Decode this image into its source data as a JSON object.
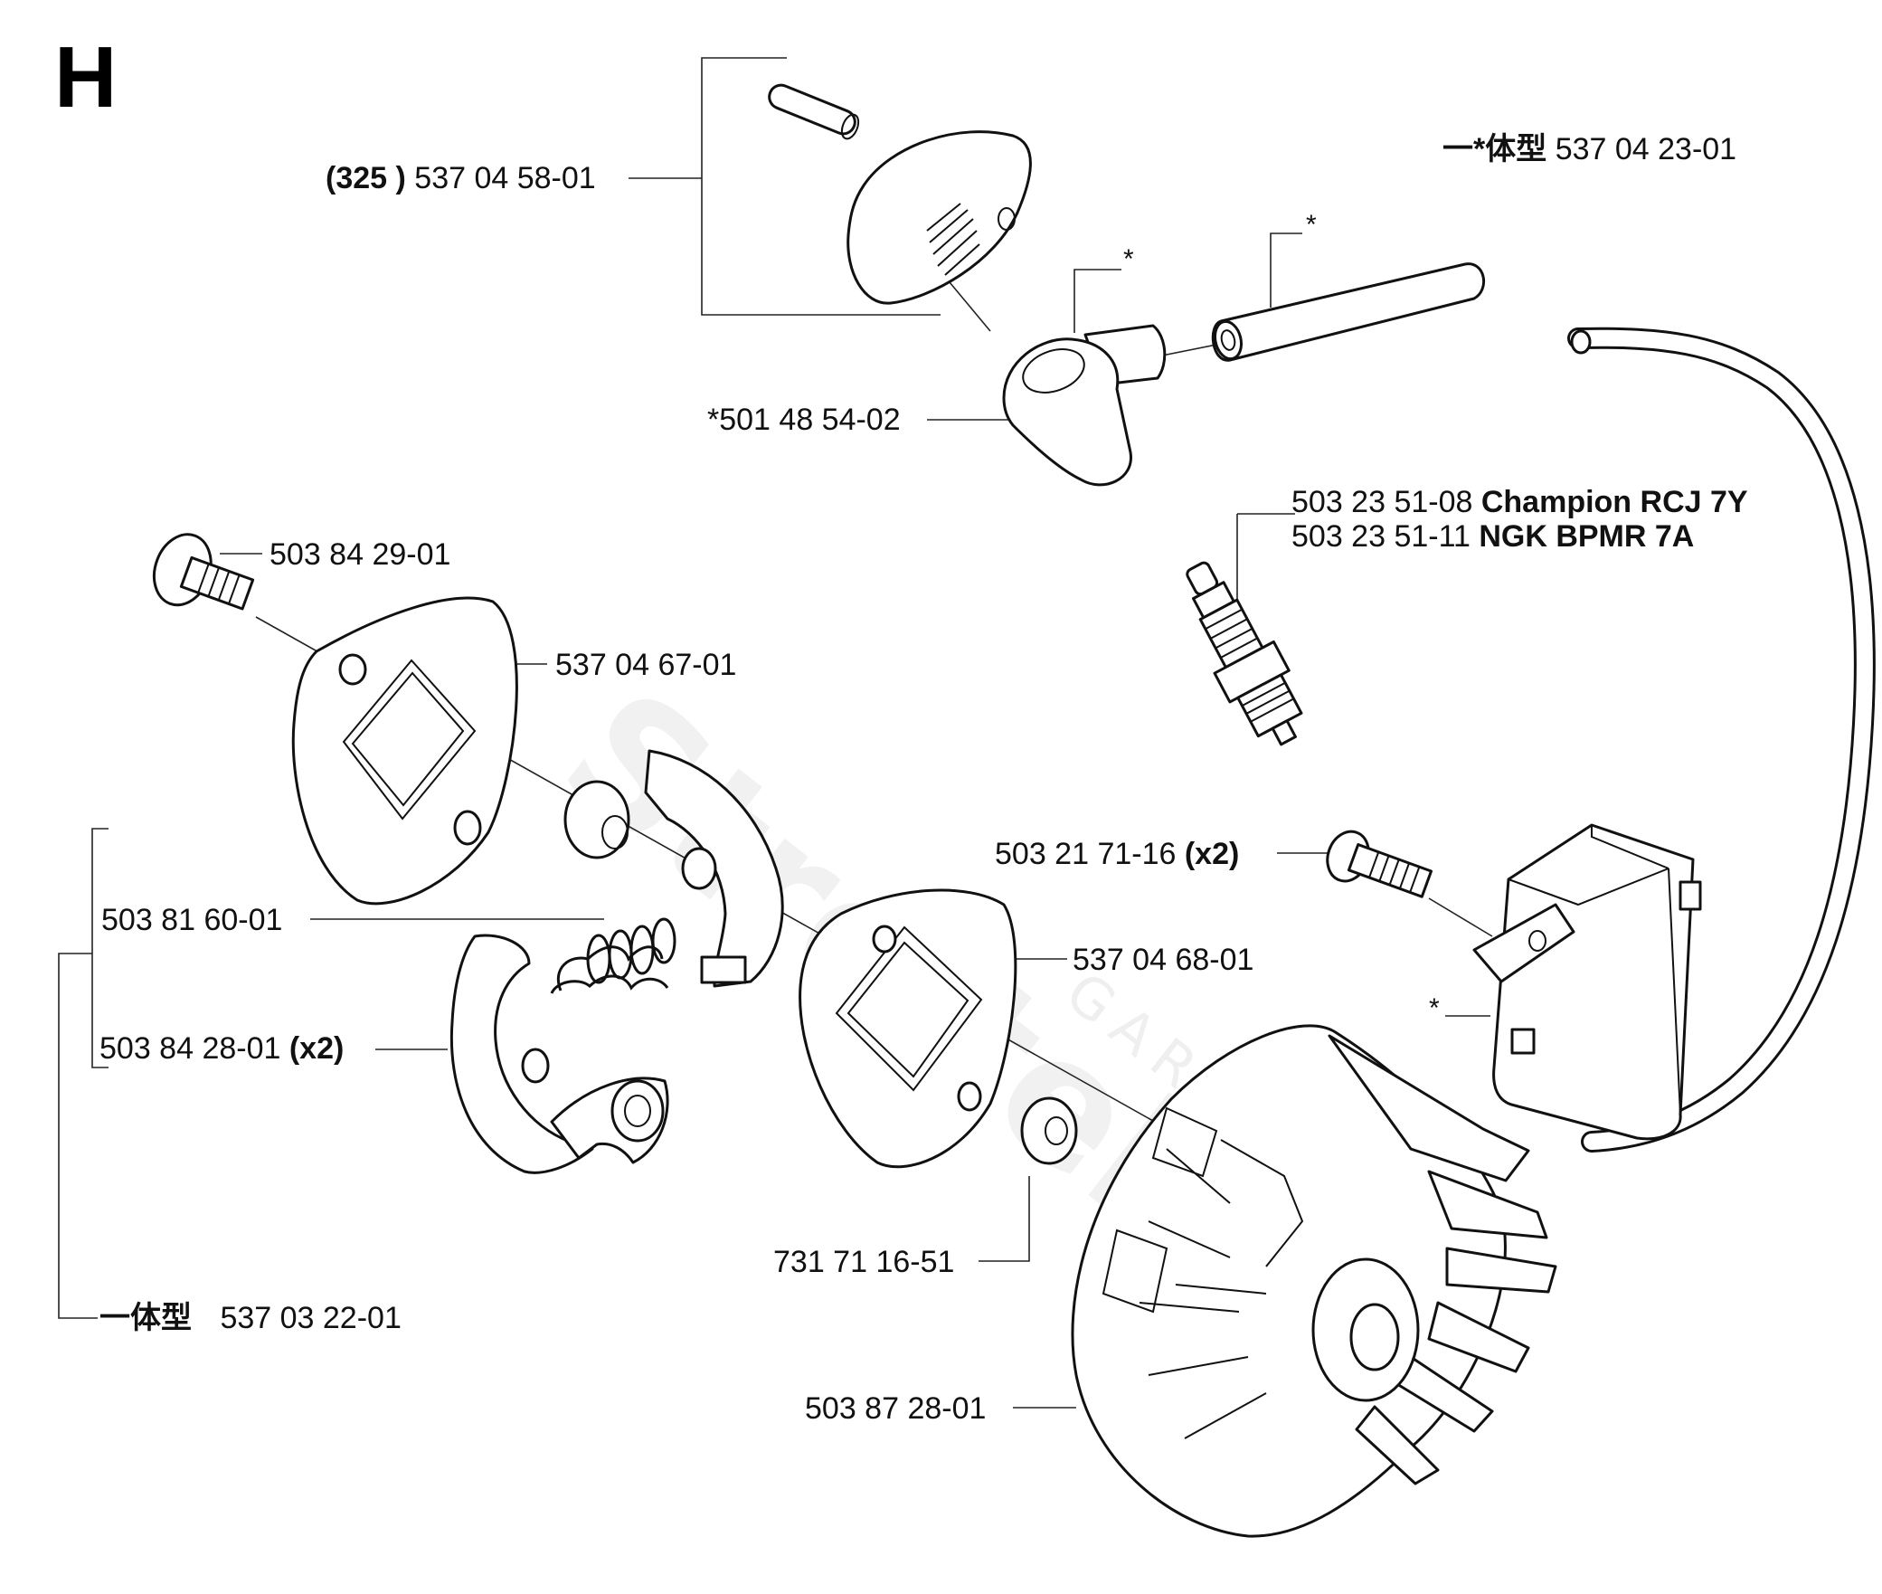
{
  "section_letter": "H",
  "watermark": {
    "brand": "Streitek",
    "sub": "GARDEN"
  },
  "labels": {
    "guard": {
      "prefix": "(325 )",
      "number": "537 04 58-01"
    },
    "ignition_set": {
      "prefix": "一*体型",
      "number": "537 04 23-01"
    },
    "spark_cap": {
      "number": "*501 48 54-02"
    },
    "spark_plug_1": {
      "number": "503 23 51-08",
      "brand": "Champion RCJ 7Y"
    },
    "spark_plug_2": {
      "number": "503 23 51-11",
      "brand": "NGK BPMR 7A"
    },
    "shoulder_screw": {
      "number": "503 84 29-01"
    },
    "plate_upper": {
      "number": "537 04 67-01"
    },
    "coil_screw": {
      "number": "503 21 71-16",
      "qty": "(x2)"
    },
    "spring": {
      "number": "503 81 60-01"
    },
    "plate_lower": {
      "number": "537 04 68-01"
    },
    "shoe": {
      "number": "503 84 28-01",
      "qty": "(x2)"
    },
    "washer": {
      "number": "731 71 16-51"
    },
    "clutch_set": {
      "prefix": "一体型",
      "number": "537 03 22-01"
    },
    "flywheel": {
      "number": "503 87 28-01"
    }
  },
  "asterisks": [
    "*",
    "*",
    "*"
  ]
}
